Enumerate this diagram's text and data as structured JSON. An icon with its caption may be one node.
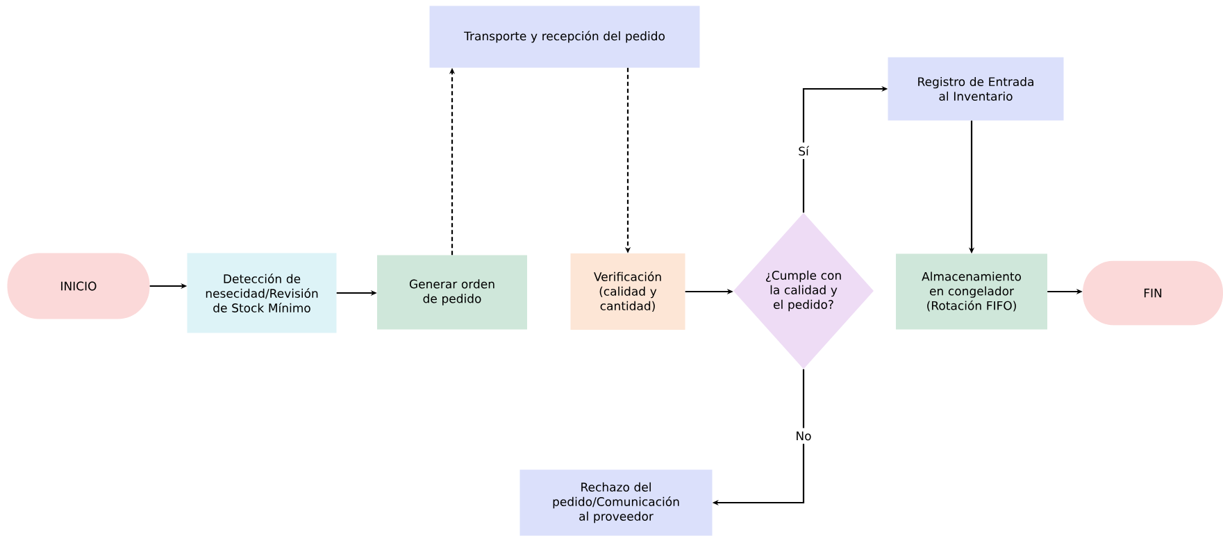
{
  "diagram": {
    "nodes": [
      {
        "text": [
          "INICIO"
        ]
      },
      {
        "text": [
          "Detección de nesecidad/Revisión de Stock Mínimo"
        ]
      },
      {
        "text": [
          "Generar orden de pedido"
        ]
      },
      {
        "text": [
          "Transporte y recepción del pedido"
        ]
      },
      {
        "text": [
          "Verificación (calidad y cantidad)"
        ]
      },
      {
        "text": [
          "¿Cumple con la calidad y el pedido?"
        ]
      },
      {
        "text": [
          "Registro de Entrada al Inventario"
        ]
      },
      {
        "text": [
          "Almacenamiento en congelador (Rotación FIFO)"
        ]
      },
      {
        "text": [
          "FIN"
        ]
      },
      {
        "text": [
          "Rechazo del pedido/Comunicación al proveedor"
        ]
      }
    ],
    "edges": [
      {
        "from": 0,
        "to": 1,
        "arrow": "to"
      },
      {
        "from": 1,
        "to": 2,
        "arrow": "to"
      },
      {
        "from": 2,
        "to": 3,
        "arrow": "to",
        "style": "dashed"
      },
      {
        "from": 3,
        "to": 4,
        "arrow": "to",
        "style": "dashed"
      },
      {
        "from": 4,
        "to": 5,
        "arrow": "to"
      },
      {
        "from": 5,
        "to": 6,
        "arrow": "to",
        "label": "Sí"
      },
      {
        "from": 6,
        "to": 7,
        "arrow": "to"
      },
      {
        "from": 7,
        "to": 8,
        "arrow": "to"
      },
      {
        "from": 5,
        "to": 9,
        "arrow": "to",
        "label": "No"
      }
    ]
  }
}
